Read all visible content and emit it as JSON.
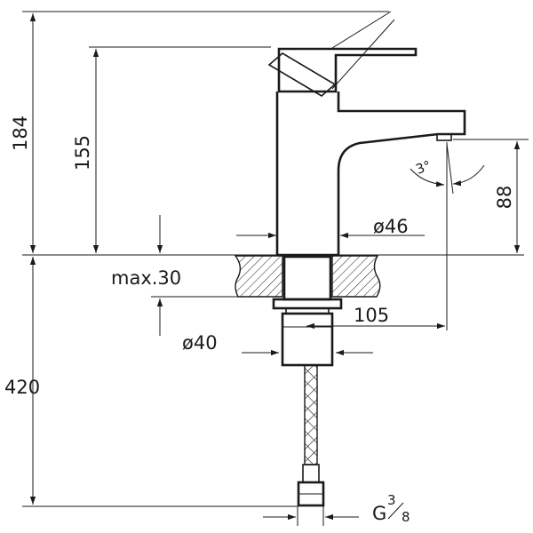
{
  "dimensions": {
    "overall_height": "184",
    "spout_height": "155",
    "spout_clearance": "88",
    "body_diameter": "ø46",
    "max_deck_thickness": "max.30",
    "spout_reach": "105",
    "shank_diameter": "ø40",
    "below_deck_length": "420",
    "spout_angle": "3°",
    "connection_prefix": "G",
    "connection_num": "3",
    "connection_den": "8"
  }
}
